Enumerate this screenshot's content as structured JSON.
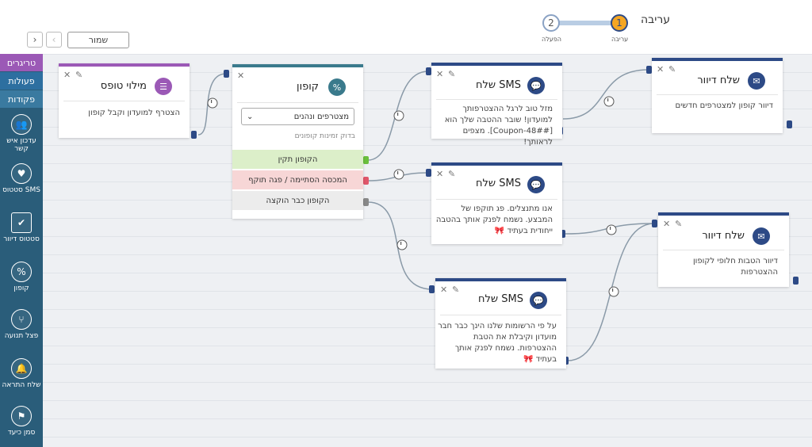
{
  "header": {
    "stage_title": "עריבה",
    "steps": [
      {
        "number": "1",
        "label": "עריבה"
      },
      {
        "number": "2",
        "label": "הפעלה"
      }
    ],
    "save_label": "שמור",
    "back_arrow": "‹",
    "forward_arrow": "›"
  },
  "sidebar": {
    "tabs": [
      "טריגרים",
      "פעולות",
      "פקודות"
    ],
    "items": [
      {
        "icon": "people-icon",
        "glyph": "👥",
        "label": "עדכון איש קשר"
      },
      {
        "icon": "heart-chat-icon",
        "glyph": "♥",
        "label": "סטטוס SMS"
      },
      {
        "icon": "checkbox-icon",
        "glyph": "✔",
        "label": "סטטוס דיוור"
      },
      {
        "icon": "percent-icon",
        "glyph": "%",
        "label": "קופון"
      },
      {
        "icon": "split-icon",
        "glyph": "⑂",
        "label": "פצל תנועה"
      },
      {
        "icon": "bell-icon",
        "glyph": "🔔",
        "label": "שלח התראה"
      },
      {
        "icon": "flag-icon",
        "glyph": "⚑",
        "label": "סמן כיעד"
      }
    ]
  },
  "nodes": {
    "form": {
      "title": "מילוי טופס",
      "desc": "הצטרף למועדון וקבל קופון",
      "color": "#9b59b6"
    },
    "coupon": {
      "title": "קופון",
      "select_value": "מצטרפים ונהנים",
      "check_link": "בדוק זמינות קופונים",
      "branches": [
        "הקופון תקין",
        "המכסה הסתיימה / פגה תוקף",
        "הקופון כבר הוקצה"
      ],
      "color": "#3a7a8c"
    },
    "sms1": {
      "title": "שלח SMS",
      "desc": "מזל טוב לרגל ההצטרפותך למועדון! שובר ההטבה שלך הוא [Coupon-48##]. מצפים לראותך!"
    },
    "sms2": {
      "title": "שלח SMS",
      "desc": "אנו מתנצלים. פג תוקפו של המבצע. נשמח לפנק אותך בהטבה ייחודית בעתיד 🎀"
    },
    "sms3": {
      "title": "שלח SMS",
      "desc": "על פי הרשומות שלנו הינך כבר חבר מועדון וקיבלת את הטבת ההצטרפות. נשמח לפנק אותך בעתיד 🎀"
    },
    "mail1": {
      "title": "שלח דיוור",
      "desc": "דיוור קופון למצטרפים חדשים"
    },
    "mail2": {
      "title": "שלח דיוור",
      "desc": "דיוור הטבות חלופי לקופון ההצטרפות"
    }
  },
  "colors": {
    "sidebar_bg": "#2a5d7a",
    "tab_triggers": "#9b59b6",
    "tab_actions": "#2d6fa0",
    "node_bar_blue": "#2d4a86",
    "branch_ok": "#dcefc9",
    "branch_expired": "#f7d6d6",
    "branch_used": "#ececec",
    "step_active": "#f5a623"
  }
}
